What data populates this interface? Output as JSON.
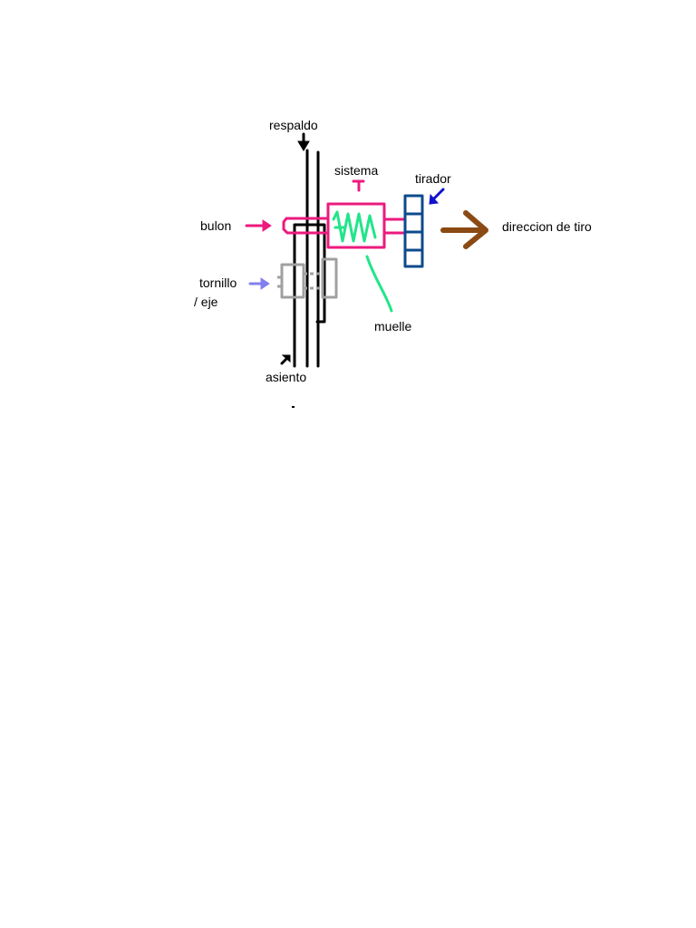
{
  "labels": {
    "respaldo": "respaldo",
    "sistema": "sistema",
    "tirador": "tirador",
    "bulon": "bulon",
    "direccion": "direccion de tiro",
    "tornillo_line1": "tornillo",
    "tornillo_line2": "/ eje",
    "muelle": "muelle",
    "asiento": "asiento"
  },
  "colors": {
    "structure": "#000000",
    "bulon": "#ec1a7e",
    "spring": "#22e58a",
    "tirador": "#0d4a8c",
    "tirador_arrow": "#1010d0",
    "screw": "#a0a0a0",
    "screw_arrow": "#8080f0",
    "direction_arrow": "#8b4a14"
  }
}
